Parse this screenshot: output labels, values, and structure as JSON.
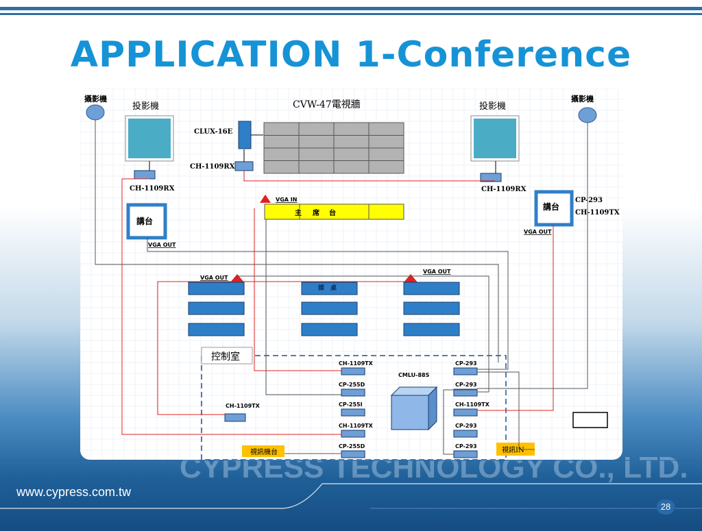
{
  "slide": {
    "title": "APPLICATION 1-Conference",
    "watermark": "CYPRESS TECHNOLOGY CO., LTD.",
    "url": "www.cypress.com.tw",
    "page_number": "28"
  },
  "diagram": {
    "camera_left": "攝影機",
    "camera_right": "攝影機",
    "projector_left": "投影機",
    "projector_right": "投影機",
    "video_wall": "CVW-47電視牆",
    "clux": "CLUX-16E",
    "rx_wall": "CH-1109RX",
    "rx_left": "CH-1109RX",
    "rx_right": "CH-1109RX",
    "podium_left": "講台",
    "podium_right": "講台",
    "cp293_label": "CP-293",
    "tx_label": "CH-1109TX",
    "vga_in": "VGA IN",
    "vga_out_podium_left": "VGA OUT",
    "vga_out_podium_right": "VGA OUT",
    "vga_out_desk_left": "VGA OUT",
    "vga_out_desk_right": "VGA OUT",
    "chair_table": [
      "主",
      "席",
      "台"
    ],
    "lecture_desk": "課　桌",
    "control_room": "控制室",
    "cmlu": "CMLU-88S",
    "center_devices": [
      "CH-1109TX",
      "CP-255D",
      "CP-255I",
      "CH-1109TX",
      "CP-255D"
    ],
    "right_devices": [
      "CP-293",
      "CP-293",
      "CH-1109TX",
      "CP-293",
      "CP-293"
    ],
    "tx_left": "CH-1109TX",
    "video_conf_device": "視訊機台",
    "video_conf_in": "視訊IN",
    "colors": {
      "title": "#1693d6",
      "device_blue": "#2f7fc8",
      "signal_red": "#e02020",
      "highlight_yellow": "#ffff00",
      "tag_orange": "#ffc000",
      "projector_screen": "#4bacc6"
    }
  }
}
